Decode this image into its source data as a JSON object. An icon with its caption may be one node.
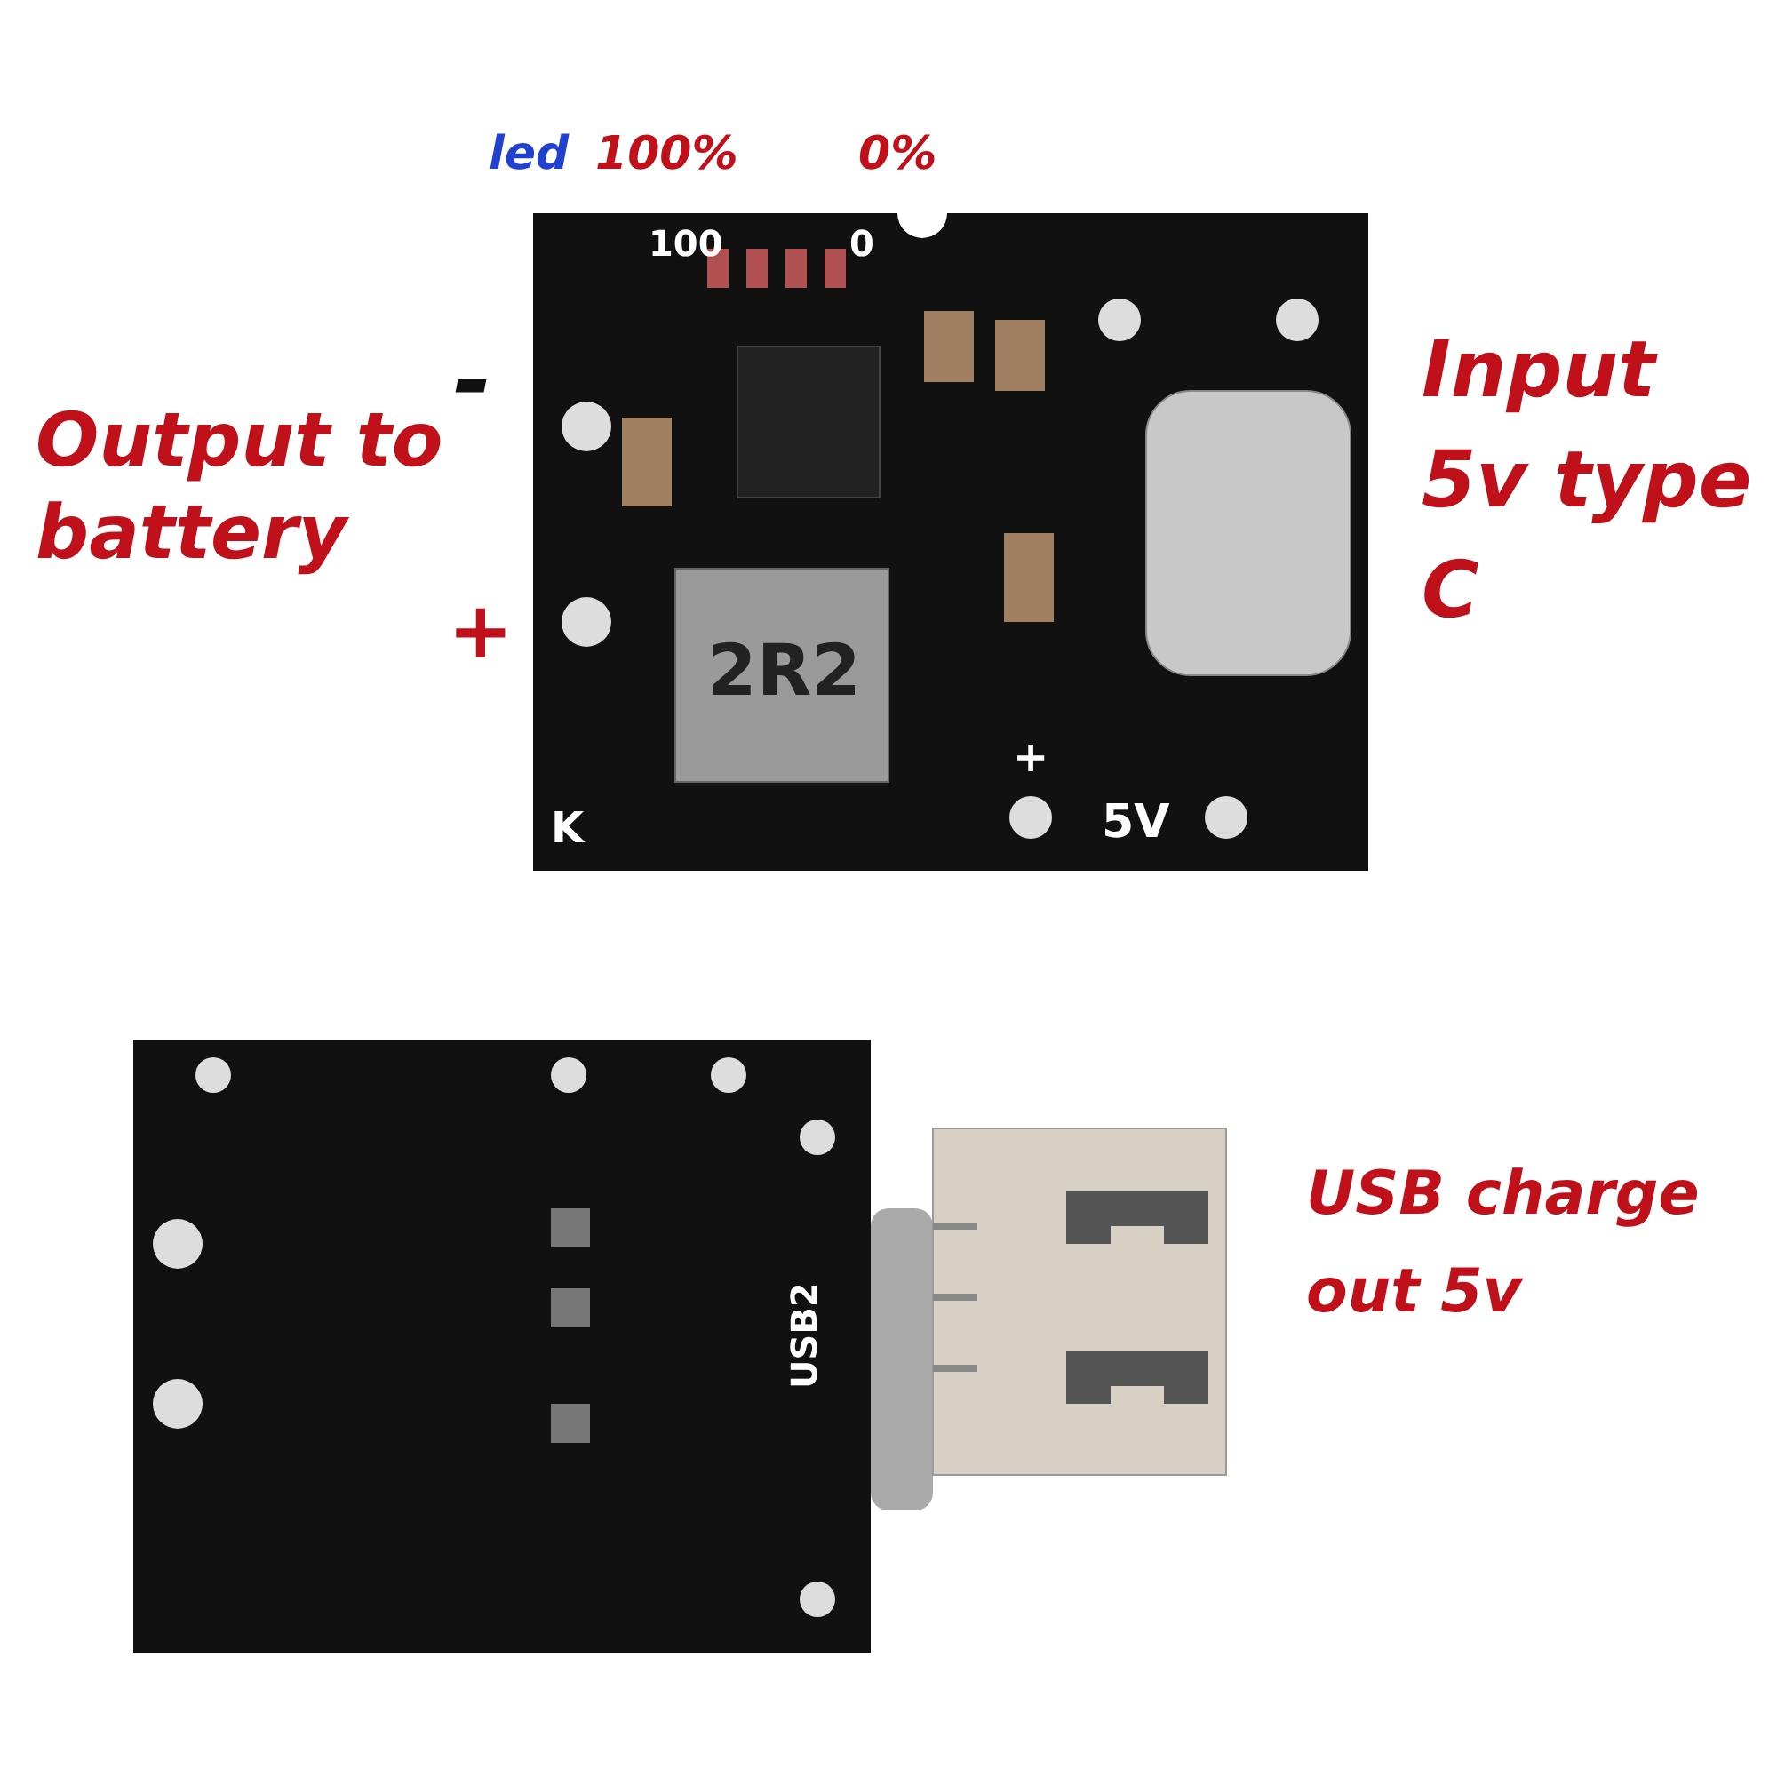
{
  "diagram": {
    "labels": [
      "led",
      "100%",
      "0%",
      "100",
      "0",
      "Input 5v type C",
      "-",
      "Output to battery",
      "+",
      "2R2",
      "+",
      "K",
      "5V",
      "USB2",
      "USB charge out 5v"
    ]
  }
}
